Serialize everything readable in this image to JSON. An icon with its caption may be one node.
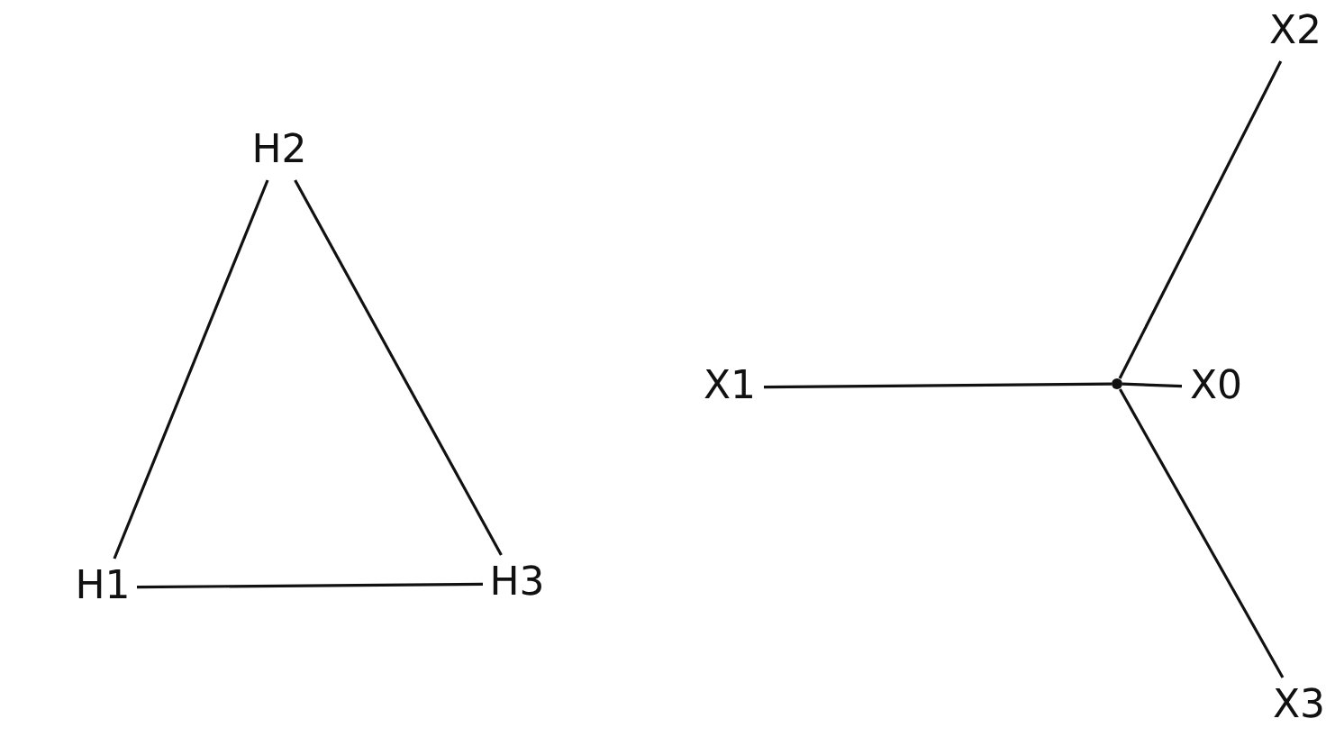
{
  "diagram": {
    "nodes": [
      {
        "text": [
          "H2"
        ]
      },
      {
        "text": [
          "H1"
        ]
      },
      {
        "text": [
          "H3"
        ]
      },
      {
        "text": [
          "X2"
        ]
      },
      {
        "text": [
          "X1"
        ]
      },
      {
        "text": [],
        "shape": "point"
      },
      {
        "text": [
          "X0"
        ]
      },
      {
        "text": [
          "X3"
        ]
      }
    ],
    "edges": [
      {
        "from": 1,
        "to": 0,
        "arrow": "none"
      },
      {
        "from": 0,
        "to": 2,
        "arrow": "none"
      },
      {
        "from": 1,
        "to": 2,
        "arrow": "none"
      },
      {
        "from": 4,
        "to": 5,
        "arrow": "none"
      },
      {
        "from": 5,
        "to": 3,
        "arrow": "none"
      },
      {
        "from": 5,
        "to": 6,
        "arrow": "none"
      },
      {
        "from": 5,
        "to": 7,
        "arrow": "none"
      }
    ]
  }
}
